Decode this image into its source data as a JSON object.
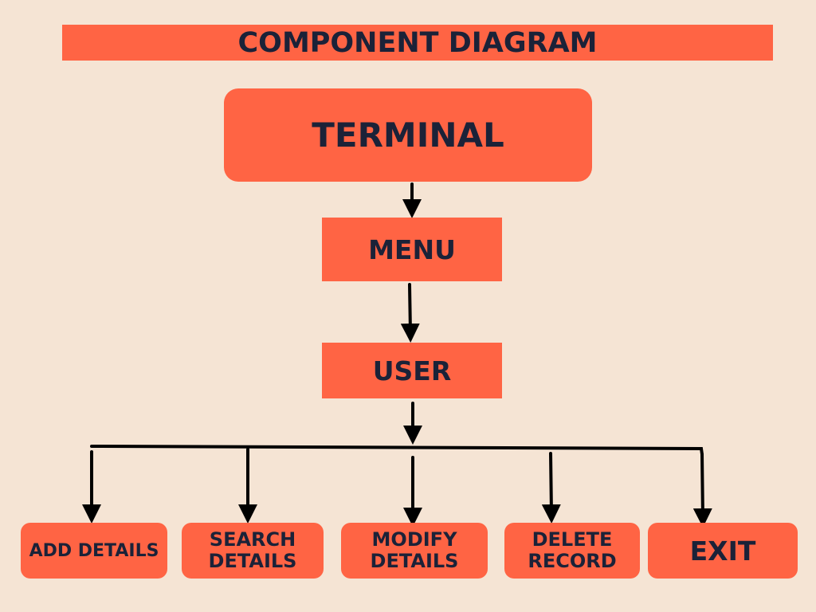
{
  "colors": {
    "background": "#f5e4d4",
    "box": "#ff6444",
    "text": "#1b2238",
    "line": "#000000"
  },
  "diagram": {
    "title": "COMPONENT DIAGRAM",
    "terminal": "TERMINAL",
    "menu": "MENU",
    "user": "USER",
    "leaves": [
      {
        "line1": "ADD DETAILS",
        "line2": ""
      },
      {
        "line1": "SEARCH",
        "line2": "DETAILS"
      },
      {
        "line1": "MODIFY",
        "line2": "DETAILS"
      },
      {
        "line1": "DELETE",
        "line2": "RECORD"
      },
      {
        "line1": "EXIT",
        "line2": ""
      }
    ]
  }
}
